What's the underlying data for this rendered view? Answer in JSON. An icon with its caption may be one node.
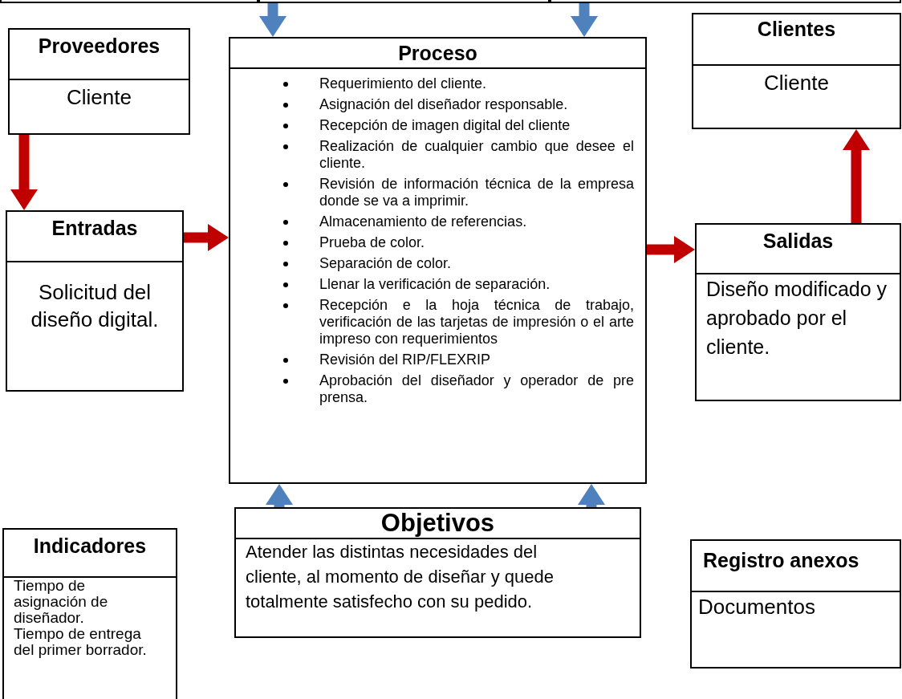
{
  "diagram": {
    "nodes": [
      {
        "text": [],
        "shape": "box"
      },
      {
        "text": [],
        "shape": "box"
      },
      {
        "text": [],
        "shape": "box"
      },
      {
        "text": [
          "Proveedores",
          "Cliente"
        ]
      },
      {
        "text": [
          "Proceso",
          "Requerimiento del cliente.",
          "Asignación del diseñador responsable.",
          "Recepción de imagen digital del cliente",
          "Realización de cualquier cambio que desee el cliente.",
          "Revisión de información técnica de la empresa donde se va a imprimir.",
          "Almacenamiento de referencias.",
          "Prueba de color.",
          "Separación de color.",
          "Llenar la verificación de separación.",
          "Recepción e la hoja técnica de trabajo, verificación de las tarjetas de impresión o el arte impreso con requerimientos",
          "Revisión del RIP/FLEXRIP",
          "Aprobación del diseñador y operador de pre prensa."
        ]
      },
      {
        "text": [
          "Clientes",
          "Cliente"
        ]
      },
      {
        "text": [
          "Entradas",
          "Solicitud del diseño digital."
        ]
      },
      {
        "text": [
          "Salidas",
          "Diseño modificado y aprobado por el cliente."
        ]
      },
      {
        "text": [
          "Objetivos",
          "Atender las distintas necesidades del cliente, al momento de diseñar y quede totalmente satisfecho con su pedido."
        ]
      },
      {
        "text": [
          "Indicadores",
          "Tiempo de asignación de diseñador.",
          "Tiempo de entrega del primer borrador."
        ]
      },
      {
        "text": [
          "Registro anexos",
          "Documentos"
        ]
      }
    ],
    "edges": [
      {
        "from": 1,
        "to": 4,
        "arrow": "to",
        "color": "#4f81bd"
      },
      {
        "from": 2,
        "to": 4,
        "arrow": "to",
        "color": "#4f81bd"
      },
      {
        "from": 3,
        "to": 6,
        "arrow": "to",
        "color": "#c00000"
      },
      {
        "from": 6,
        "to": 4,
        "arrow": "to",
        "color": "#c00000"
      },
      {
        "from": 4,
        "to": 7,
        "arrow": "to",
        "color": "#c00000"
      },
      {
        "from": 7,
        "to": 5,
        "arrow": "to",
        "color": "#c00000"
      },
      {
        "from": 8,
        "to": 4,
        "arrow": "to",
        "color": "#4f81bd"
      },
      {
        "from": 8,
        "to": 4,
        "arrow": "to",
        "color": "#4f81bd"
      }
    ]
  }
}
